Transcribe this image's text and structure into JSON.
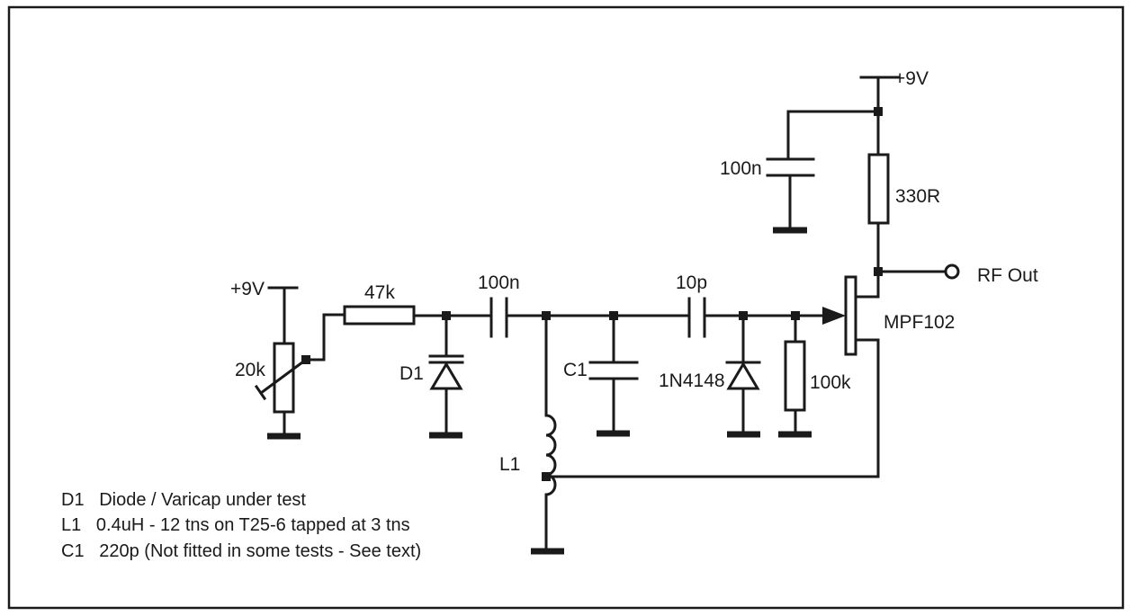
{
  "labels": {
    "supply_top": "+9V",
    "cap_decouple": "100n",
    "res_drain": "330R",
    "rf_out": "RF Out",
    "fet": "MPF102",
    "supply_left": "+9V",
    "pot": "20k",
    "res_series": "47k",
    "cap_coupling": "100n",
    "diode_test": "D1",
    "cap_gate": "10p",
    "cap_tank": "C1",
    "diode_clamp": "1N4148",
    "res_gate": "100k",
    "inductor": "L1"
  },
  "notes": [
    "D1   Diode / Varicap under test",
    "L1   0.4uH - 12 tns on T25-6 tapped at 3 tns",
    "C1   220p (Not fitted in some tests - See text)"
  ]
}
